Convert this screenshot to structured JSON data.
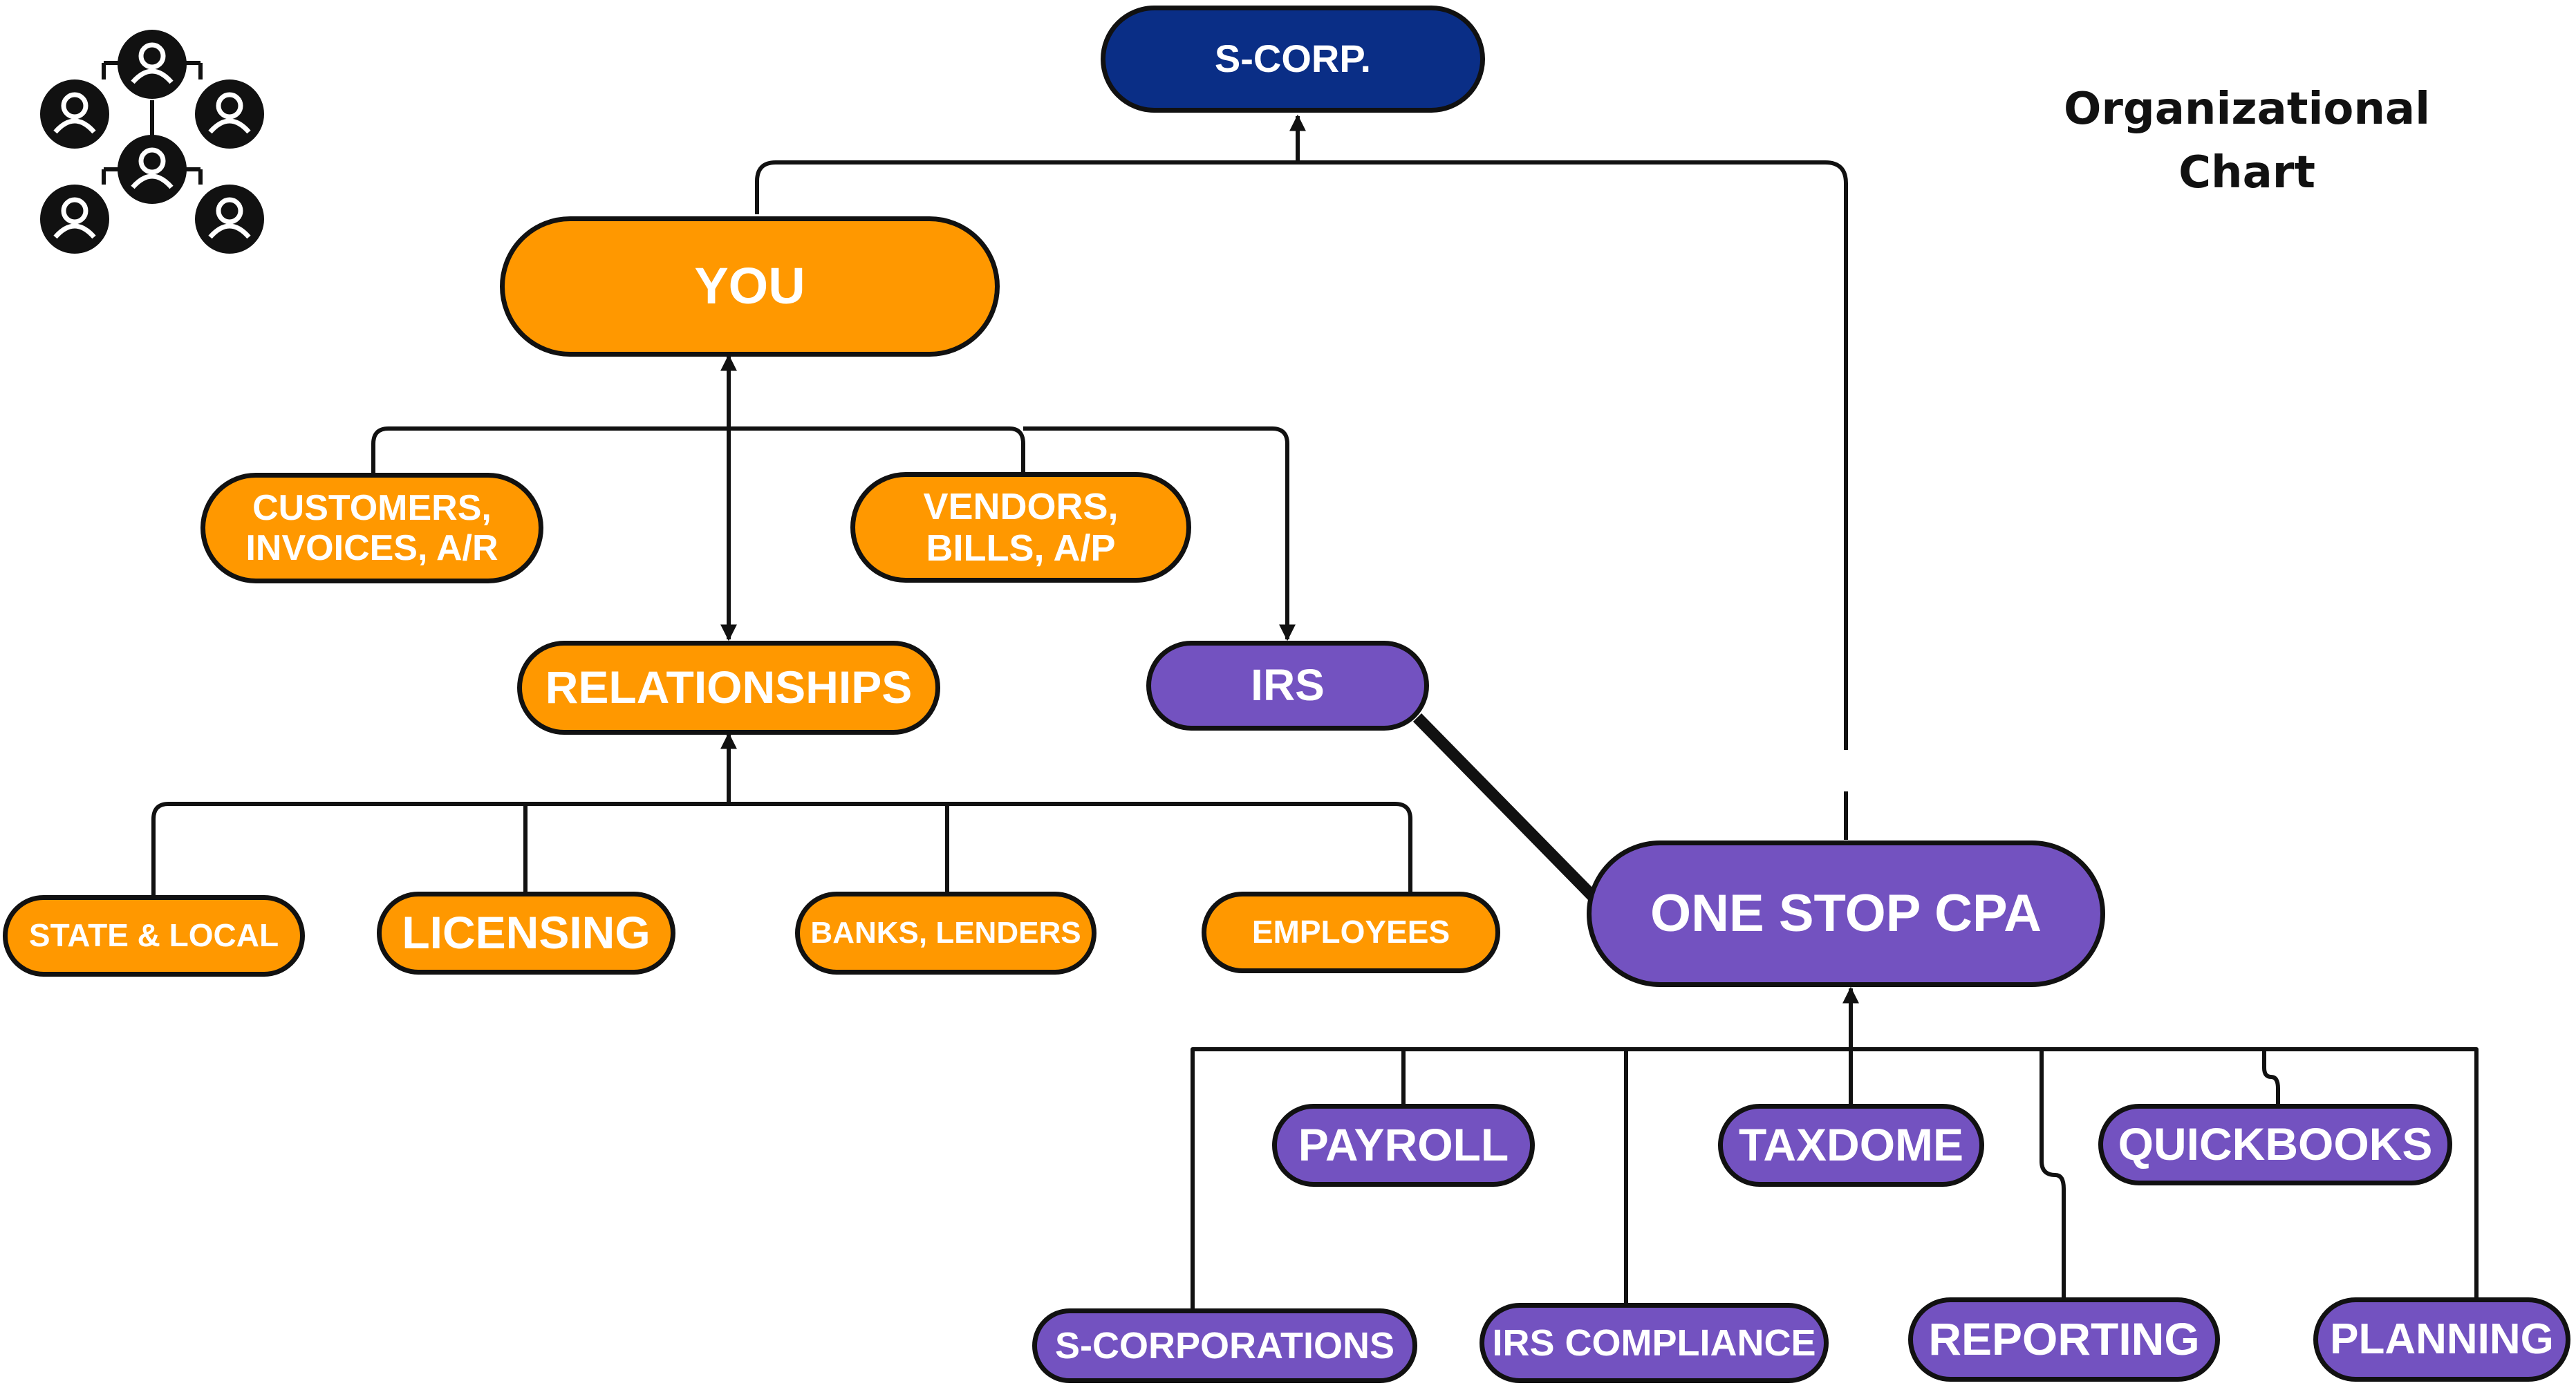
{
  "title": "Organizational\nChart",
  "colors": {
    "orange": "#ff9800",
    "purple": "#7352c0",
    "navy": "#0a2e86",
    "line": "#111111"
  },
  "logo": {
    "icon": "people-network-icon"
  },
  "nodes": {
    "scorp": "S-CORP.",
    "you": "YOU",
    "customers": "CUSTOMERS,\nINVOICES, A/R",
    "vendors": "VENDORS,\nBILLS, A/P",
    "relationships": "RELATIONSHIPS",
    "irs": "IRS",
    "state_local": "STATE & LOCAL",
    "licensing": "LICENSING",
    "banks": "BANKS, LENDERS",
    "employees": "EMPLOYEES",
    "onestop": "ONE STOP CPA",
    "payroll": "PAYROLL",
    "taxdome": "TAXDOME",
    "quickbooks": "QUICKBOOKS",
    "scorporations": "S-CORPORATIONS",
    "irs_compliance": "IRS COMPLIANCE",
    "reporting": "REPORTING",
    "planning": "PLANNING"
  }
}
